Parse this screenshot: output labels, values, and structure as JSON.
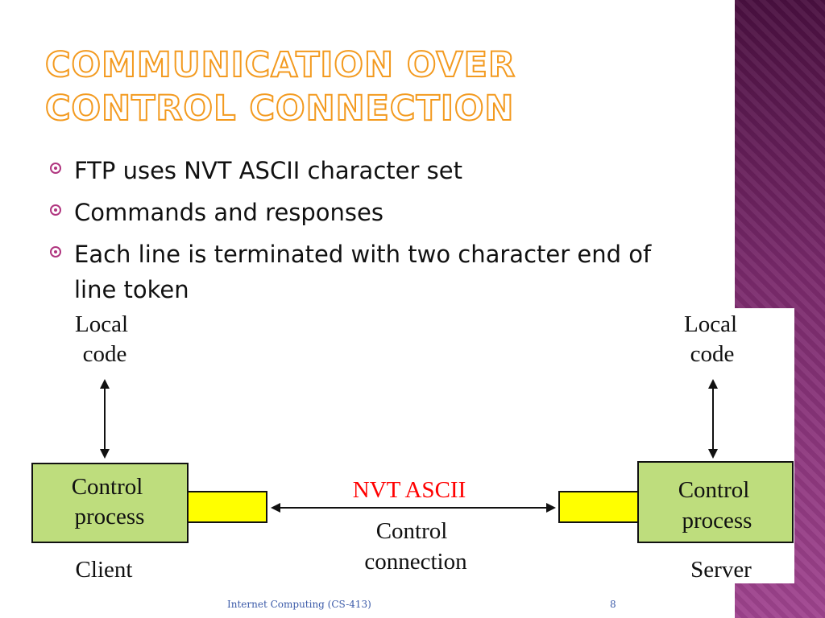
{
  "slide": {
    "title": "Communication over Control Connection",
    "bullets": [
      "FTP uses NVT ASCII character set",
      "Commands and responses",
      "Each line is terminated with two character end of line token"
    ]
  },
  "diagram": {
    "client_local_code": [
      "Local",
      "code"
    ],
    "server_local_code": [
      "Local",
      "code"
    ],
    "client_process": [
      "Control",
      "process"
    ],
    "server_process": [
      "Control",
      "process"
    ],
    "client_label": "Client",
    "server_label": "Server",
    "link_label": "NVT ASCII",
    "connection_label": [
      "Control",
      "connection"
    ]
  },
  "footer": {
    "course": "Internet Computing (CS-413)",
    "page_number": "8"
  },
  "colors": {
    "accent": "#f39a1f",
    "band": "#7a2a6c",
    "process_box": "#bedd7d",
    "connector": "#ffff00",
    "nvt_text": "#ff0000",
    "footer_text": "#3b5aa8"
  }
}
